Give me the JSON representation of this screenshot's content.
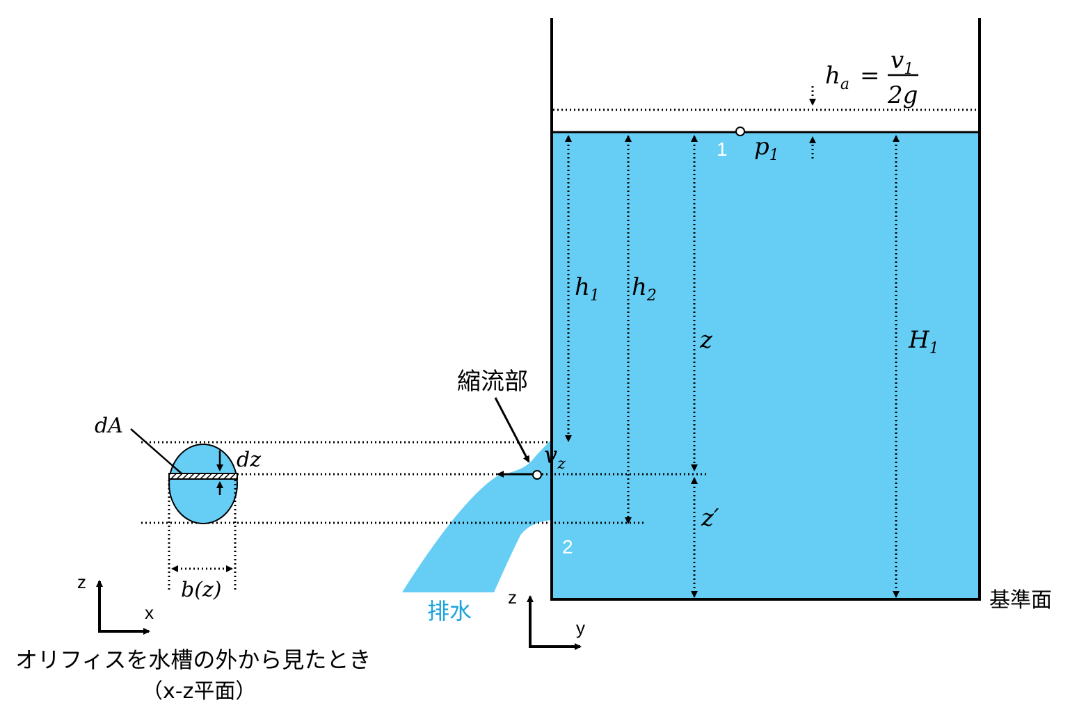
{
  "colors": {
    "water": "#66cef5",
    "drain_label": "#1aa3dc",
    "line": "#000000"
  },
  "labels": {
    "ha_lhs": "h",
    "ha_lhs_sub": "a",
    "ha_eq": "=",
    "ha_num": "v",
    "ha_num_sub": "1",
    "ha_den": "2g",
    "p1": "p",
    "p1_sub": "1",
    "point1": "1",
    "point2": "2",
    "h1": "h",
    "h1_sub": "1",
    "h2": "h",
    "h2_sub": "2",
    "z": "z",
    "zprime": "z′",
    "H1": "H",
    "H1_sub": "1",
    "vz": "v",
    "vz_sub": "z",
    "contraction": "縮流部",
    "datum": "基準面",
    "drain": "排水",
    "dA": "dA",
    "dz": "dz",
    "bz": "b(z)",
    "axis_side_z": "z",
    "axis_side_y": "y",
    "axis_front_z": "z",
    "axis_front_x": "x",
    "caption_line1": "オリフィスを水槽の外から見たとき",
    "caption_line2": "（x-z平面）"
  },
  "icons": [
    "arrow-head-icon",
    "hatch-pattern"
  ]
}
